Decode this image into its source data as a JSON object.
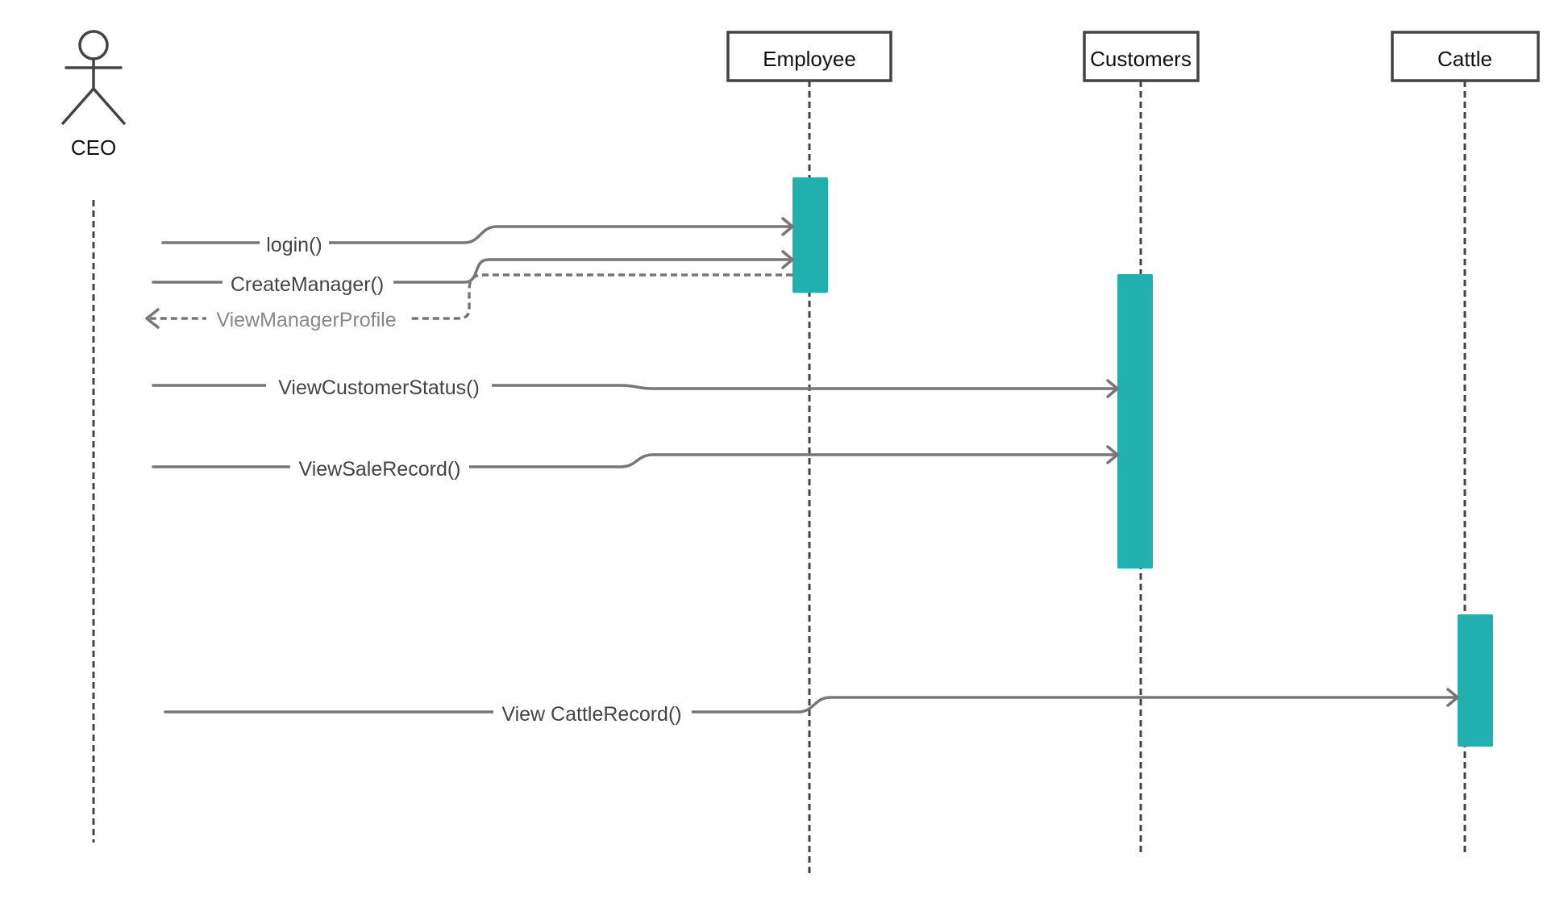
{
  "actor": {
    "label": "CEO"
  },
  "participants": {
    "employee": "Employee",
    "customers": "Customers",
    "cattle": "Cattle"
  },
  "messages": {
    "login": "login()",
    "create_manager": "CreateManager()",
    "view_manager_profile": "ViewManagerProfile",
    "view_customer_status": "ViewCustomerStatus()",
    "view_sale_record": "ViewSaleRecord()",
    "view_cattle_record": "View CattleRecord()"
  },
  "colors": {
    "activation": "#22b0ae",
    "message_line": "#777777",
    "lifeline": "#444444"
  }
}
